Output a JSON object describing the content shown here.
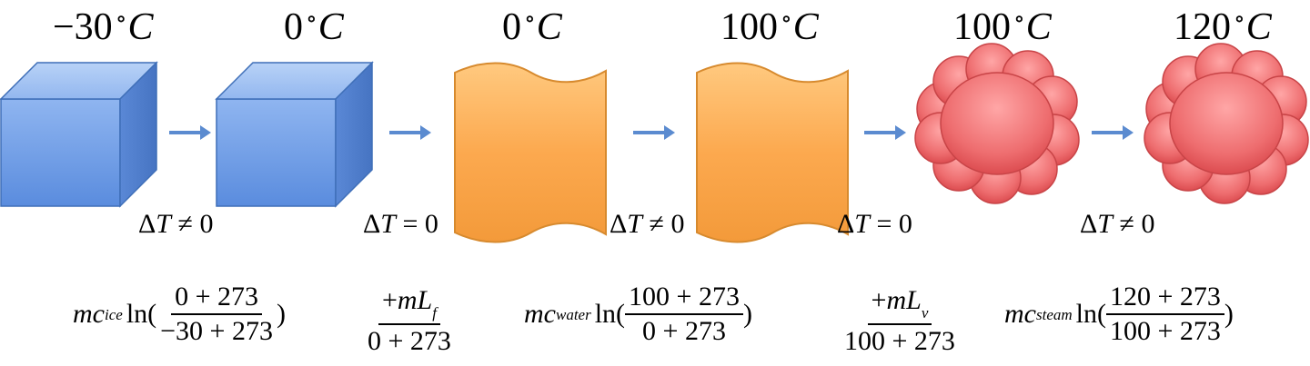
{
  "states": [
    {
      "temp_num": "−30",
      "unit": "C",
      "phase": "ice"
    },
    {
      "temp_num": "0",
      "unit": "C",
      "phase": "ice"
    },
    {
      "temp_num": "0",
      "unit": "C",
      "phase": "water"
    },
    {
      "temp_num": "100",
      "unit": "C",
      "phase": "water"
    },
    {
      "temp_num": "100",
      "unit": "C",
      "phase": "steam"
    },
    {
      "temp_num": "120",
      "unit": "C",
      "phase": "steam"
    }
  ],
  "deg_symbol": "∘",
  "delta_labels": [
    {
      "delta": "Δ",
      "T": "T",
      "rel": "≠",
      "val": "0"
    },
    {
      "delta": "Δ",
      "T": "T",
      "rel": "=",
      "val": "0"
    },
    {
      "delta": "Δ",
      "T": "T",
      "rel": "≠",
      "val": "0"
    },
    {
      "delta": "Δ",
      "T": "T",
      "rel": "=",
      "val": "0"
    },
    {
      "delta": "Δ",
      "T": "T",
      "rel": "≠",
      "val": "0"
    }
  ],
  "formulas": {
    "f1": {
      "coef": "mc",
      "sub": "ice",
      "ln": "ln(",
      "num": "0 + 273",
      "den": "−30 + 273",
      "close": ")"
    },
    "f2": {
      "num_plus": "+",
      "num_coef": "mL",
      "num_sub": "f",
      "den": "0 + 273"
    },
    "f3": {
      "coef": "mc",
      "sub": "water",
      "ln": "ln(",
      "num": "100 + 273",
      "den": "0 + 273",
      "close": ")"
    },
    "f4": {
      "num_plus": "+",
      "num_coef": "mL",
      "num_sub": "v",
      "den": "100 + 273"
    },
    "f5": {
      "coef": "mc",
      "sub": "steam",
      "ln": "ln(",
      "num": "120 + 273",
      "den": "100 + 273",
      "close": ")"
    }
  },
  "colors": {
    "ice_front": "#6b9ae6",
    "ice_top": "#a6c5f3",
    "ice_side": "#4f7fcf",
    "ice_edge": "#3f6fb8",
    "water_fill": "#fba54a",
    "water_light": "#ffcf8a",
    "water_edge": "#d78a2e",
    "steam_fill": "#ea5f62",
    "steam_light": "#ffa3a3",
    "steam_edge": "#c84447",
    "arrow": "#5b8bd0"
  }
}
